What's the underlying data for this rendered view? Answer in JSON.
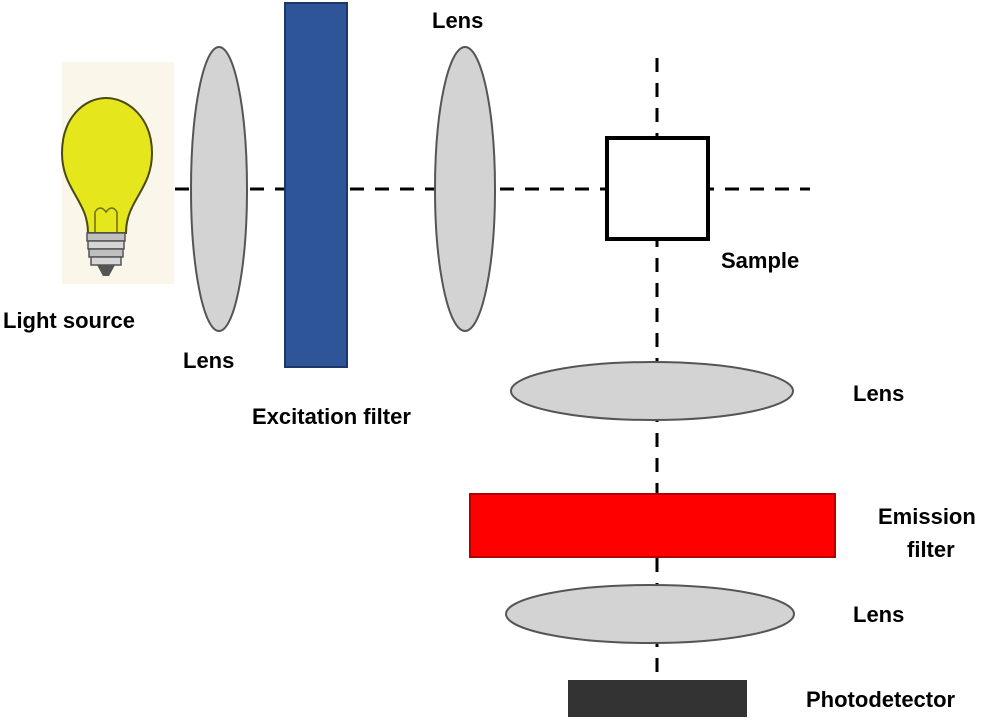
{
  "labels": {
    "light_source": "Light source",
    "lens_1": "Lens",
    "excitation_filter": "Excitation filter",
    "lens_2": "Lens",
    "sample": "Sample",
    "lens_3": "Lens",
    "emission_filter_line1": "Emission",
    "emission_filter_line2": "filter",
    "lens_4": "Lens",
    "photodetector": "Photodetector"
  },
  "colors": {
    "bulb": "#e6e61c",
    "bulb_outline": "#4a4a10",
    "lens_fill": "#d3d3d3",
    "lens_stroke": "#555555",
    "excitation_filter": "#2e5597",
    "emission_filter": "#ff0000",
    "photodetector": "#333333",
    "sample_stroke": "#000000"
  },
  "icons": {
    "light_source": "light-bulb-icon"
  }
}
